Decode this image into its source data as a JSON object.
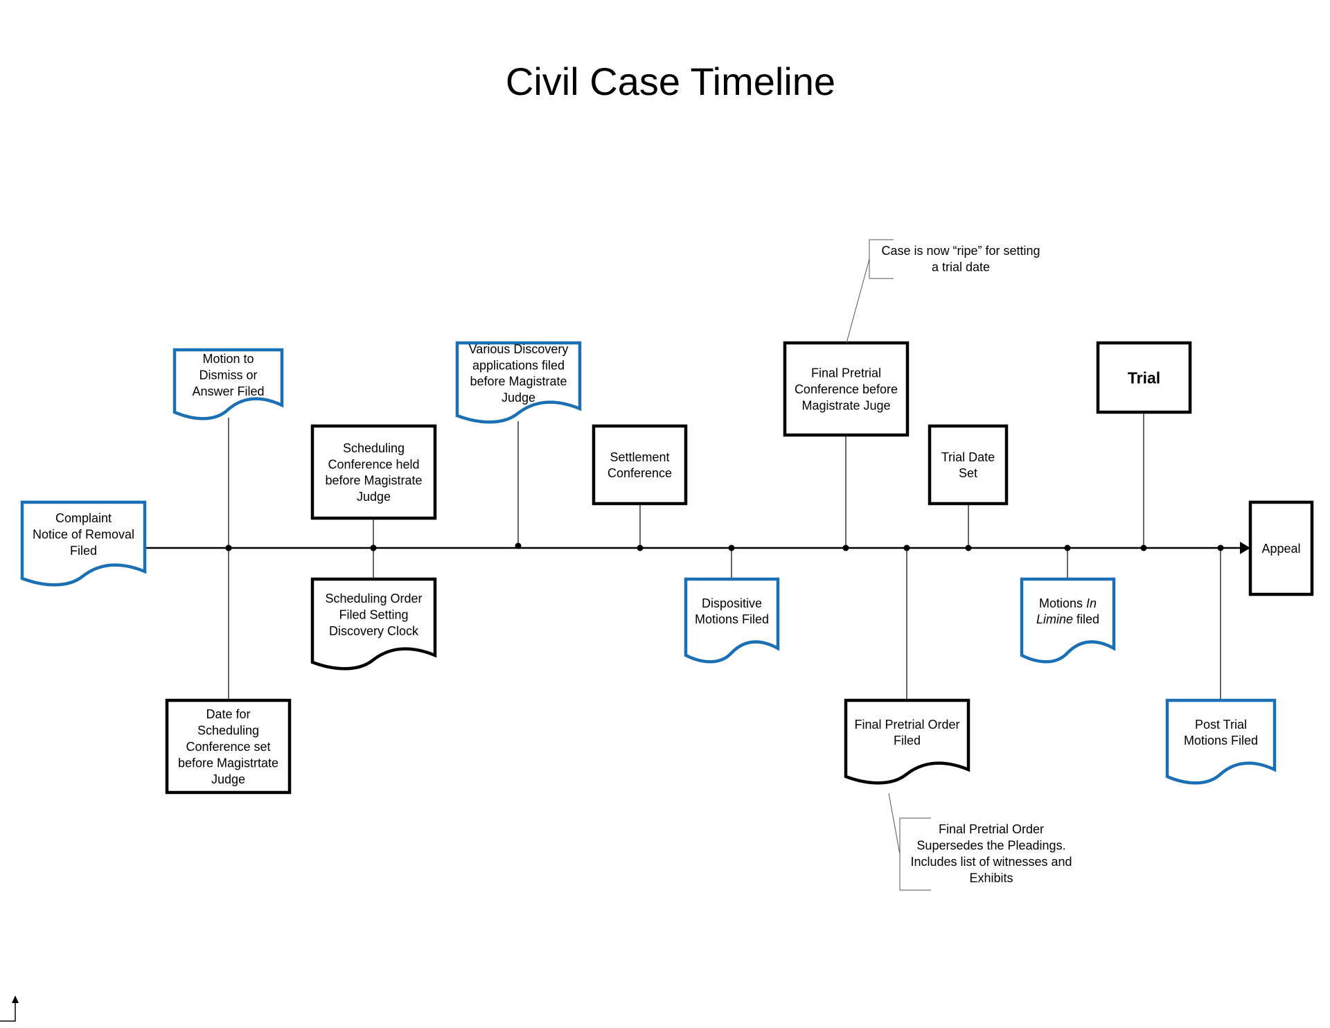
{
  "title": "Civil Case Timeline",
  "colors": {
    "doc_accent": "#1a6fb5",
    "box": "#000000",
    "line": "#000000"
  },
  "events": [
    {
      "id": "complaint",
      "shape": "document",
      "color": "blue",
      "lines": [
        "Complaint",
        "Notice of Removal",
        "Filed"
      ]
    },
    {
      "id": "motion-to-dismiss",
      "shape": "document",
      "color": "blue",
      "lines": [
        "Motion to",
        "Dismiss or",
        "Answer Filed"
      ]
    },
    {
      "id": "date-scheduling",
      "shape": "process",
      "color": "black",
      "lines": [
        "Date for",
        "Scheduling",
        "Conference set",
        "before Magistrtate",
        "Judge"
      ]
    },
    {
      "id": "scheduling-conference",
      "shape": "process",
      "color": "black",
      "lines": [
        "Scheduling",
        "Conference held",
        "before Magistrate",
        "Judge"
      ]
    },
    {
      "id": "scheduling-order",
      "shape": "document",
      "color": "black",
      "lines": [
        "Scheduling Order",
        "Filed Setting",
        "Discovery Clock"
      ]
    },
    {
      "id": "discovery",
      "shape": "document",
      "color": "blue",
      "lines": [
        "Various Discovery",
        "applications filed",
        "before Magistrate",
        "Judge"
      ]
    },
    {
      "id": "settlement",
      "shape": "process",
      "color": "black",
      "lines": [
        "Settlement",
        "Conference"
      ]
    },
    {
      "id": "dispositive",
      "shape": "document",
      "color": "blue",
      "lines": [
        "Dispositive",
        "Motions Filed"
      ]
    },
    {
      "id": "final-pretrial-conference",
      "shape": "process",
      "color": "black",
      "lines": [
        "Final Pretrial",
        "Conference before",
        "Magistrate Juge"
      ]
    },
    {
      "id": "final-pretrial-order",
      "shape": "document",
      "color": "black",
      "lines": [
        "Final Pretrial Order",
        "Filed"
      ]
    },
    {
      "id": "trial-date",
      "shape": "process",
      "color": "black",
      "lines": [
        "Trial Date",
        "Set"
      ]
    },
    {
      "id": "motions-in-limine",
      "shape": "document",
      "color": "blue",
      "rich_lines": [
        [
          {
            "t": "Motions "
          },
          {
            "t": "In",
            "i": true
          }
        ],
        [
          {
            "t": "Limine",
            "i": true
          },
          {
            "t": " filed"
          }
        ]
      ]
    },
    {
      "id": "trial",
      "shape": "process",
      "color": "black",
      "bold": true,
      "lines": [
        "Trial"
      ]
    },
    {
      "id": "post-trial",
      "shape": "document",
      "color": "blue",
      "lines": [
        "Post Trial",
        "Motions Filed"
      ]
    },
    {
      "id": "appeal",
      "shape": "process",
      "color": "black",
      "lines": [
        "Appeal"
      ]
    }
  ],
  "annotations": [
    {
      "id": "ripe-note",
      "target": "final-pretrial-conference",
      "lines": [
        "Case is now “ripe” for setting",
        "a trial date"
      ]
    },
    {
      "id": "supersedes-note",
      "target": "final-pretrial-order",
      "lines": [
        "Final Pretrial Order",
        "Supersedes the Pleadings.",
        "Includes list of witnesses and",
        "Exhibits"
      ]
    }
  ]
}
